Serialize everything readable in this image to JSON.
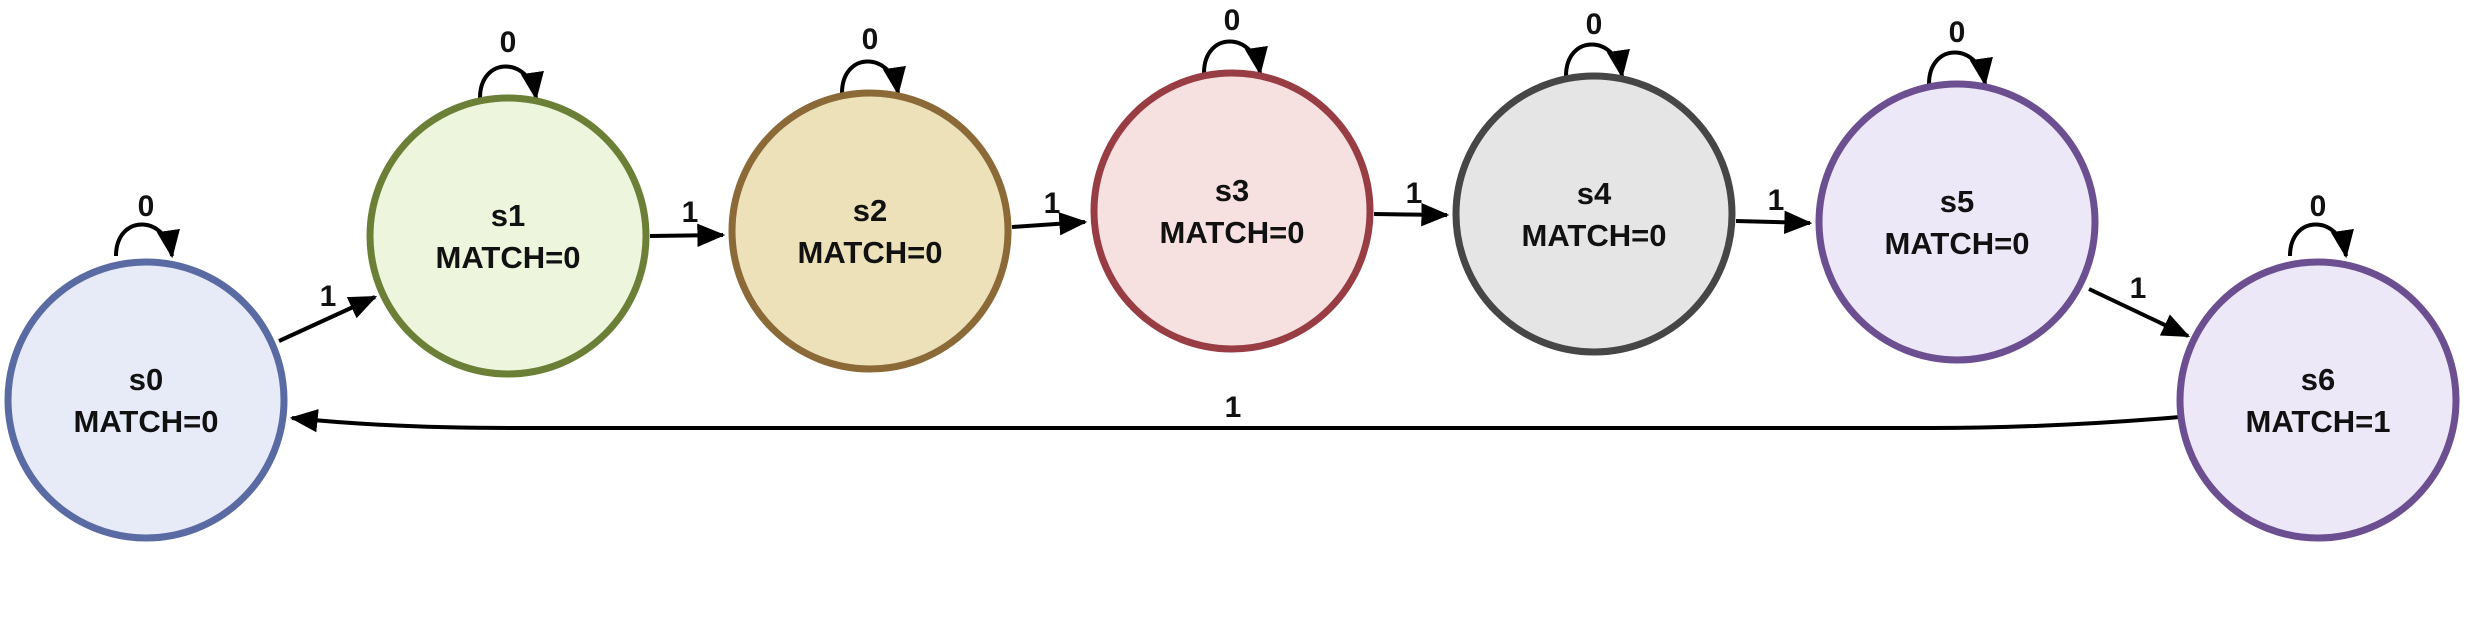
{
  "states": [
    {
      "id": "s0",
      "name": "s0",
      "output": "MATCH=0",
      "fill": "#e6ebf7",
      "stroke": "#5a6aa2"
    },
    {
      "id": "s1",
      "name": "s1",
      "output": "MATCH=0",
      "fill": "#edf5dd",
      "stroke": "#6b8036"
    },
    {
      "id": "s2",
      "name": "s2",
      "output": "MATCH=0",
      "fill": "#ece1b8",
      "stroke": "#8b6a38"
    },
    {
      "id": "s3",
      "name": "s3",
      "output": "MATCH=0",
      "fill": "#f6e0e0",
      "stroke": "#993d45"
    },
    {
      "id": "s4",
      "name": "s4",
      "output": "MATCH=0",
      "fill": "#e5e5e5",
      "stroke": "#464646"
    },
    {
      "id": "s5",
      "name": "s5",
      "output": "MATCH=0",
      "fill": "#ede8f8",
      "stroke": "#6c4f91"
    },
    {
      "id": "s6",
      "name": "s6",
      "output": "MATCH=1",
      "fill": "#ede8f8",
      "stroke": "#6c4f91"
    }
  ],
  "transitions": [
    {
      "from": "s0",
      "to": "s0",
      "label": "0"
    },
    {
      "from": "s1",
      "to": "s1",
      "label": "0"
    },
    {
      "from": "s2",
      "to": "s2",
      "label": "0"
    },
    {
      "from": "s3",
      "to": "s3",
      "label": "0"
    },
    {
      "from": "s4",
      "to": "s4",
      "label": "0"
    },
    {
      "from": "s5",
      "to": "s5",
      "label": "0"
    },
    {
      "from": "s6",
      "to": "s6",
      "label": "0"
    },
    {
      "from": "s0",
      "to": "s1",
      "label": "1"
    },
    {
      "from": "s1",
      "to": "s2",
      "label": "1"
    },
    {
      "from": "s2",
      "to": "s3",
      "label": "1"
    },
    {
      "from": "s3",
      "to": "s4",
      "label": "1"
    },
    {
      "from": "s4",
      "to": "s5",
      "label": "1"
    },
    {
      "from": "s5",
      "to": "s6",
      "label": "1"
    },
    {
      "from": "s6",
      "to": "s0",
      "label": "1"
    }
  ]
}
